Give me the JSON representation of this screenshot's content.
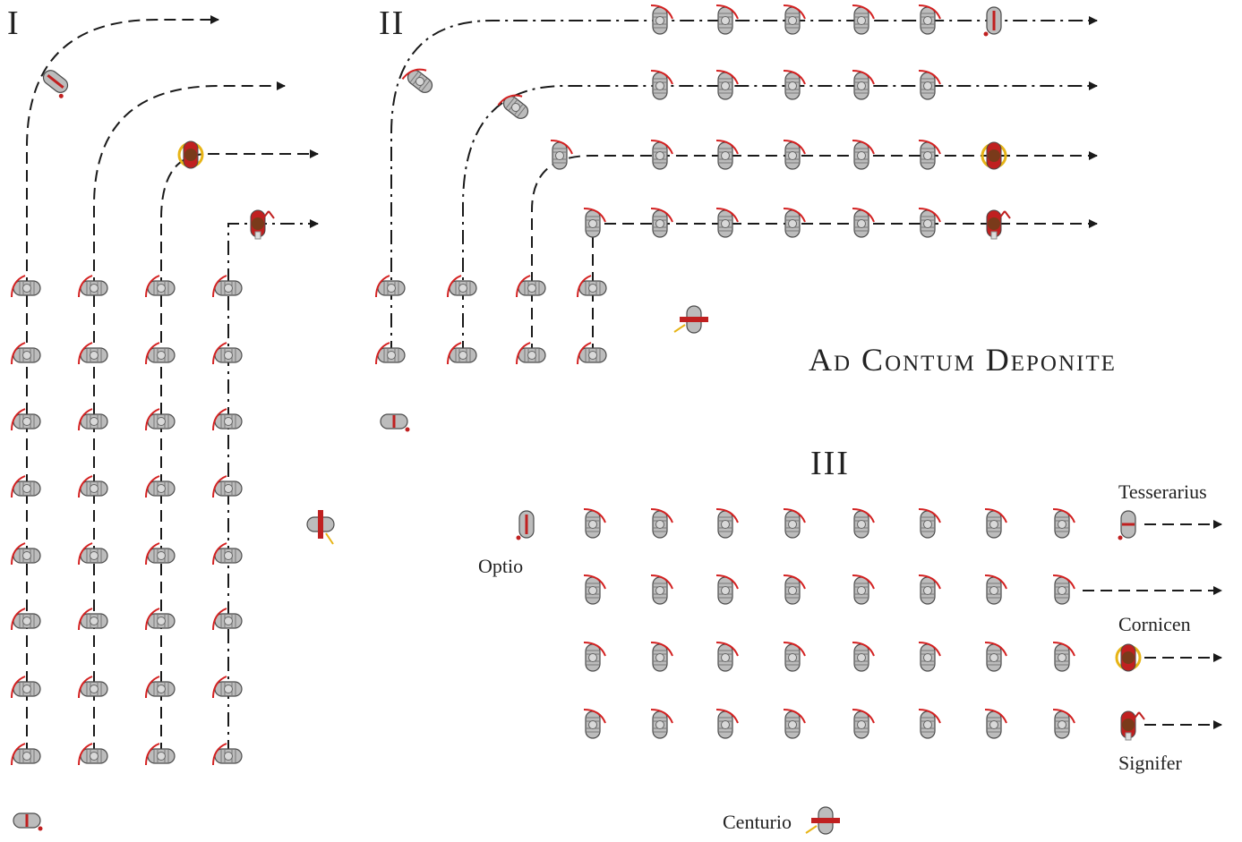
{
  "phases": {
    "phase1": "I",
    "phase2": "II",
    "phase3": "III"
  },
  "title": "Ad Contum Deponite",
  "roles": {
    "optio": "Optio",
    "tesserarius": "Tesserarius",
    "cornicen": "Cornicen",
    "signifer": "Signifer",
    "centurio": "Centurio"
  },
  "colors": {
    "path": "#1a1a1a",
    "soldier_body": "#bcbcbc",
    "soldier_outline": "#4a4a4a",
    "shield_arc": "#d32020",
    "standard_red": "#c02020",
    "horn_gold": "#e7b416",
    "bearskin_brown": "#7a3a1a"
  }
}
